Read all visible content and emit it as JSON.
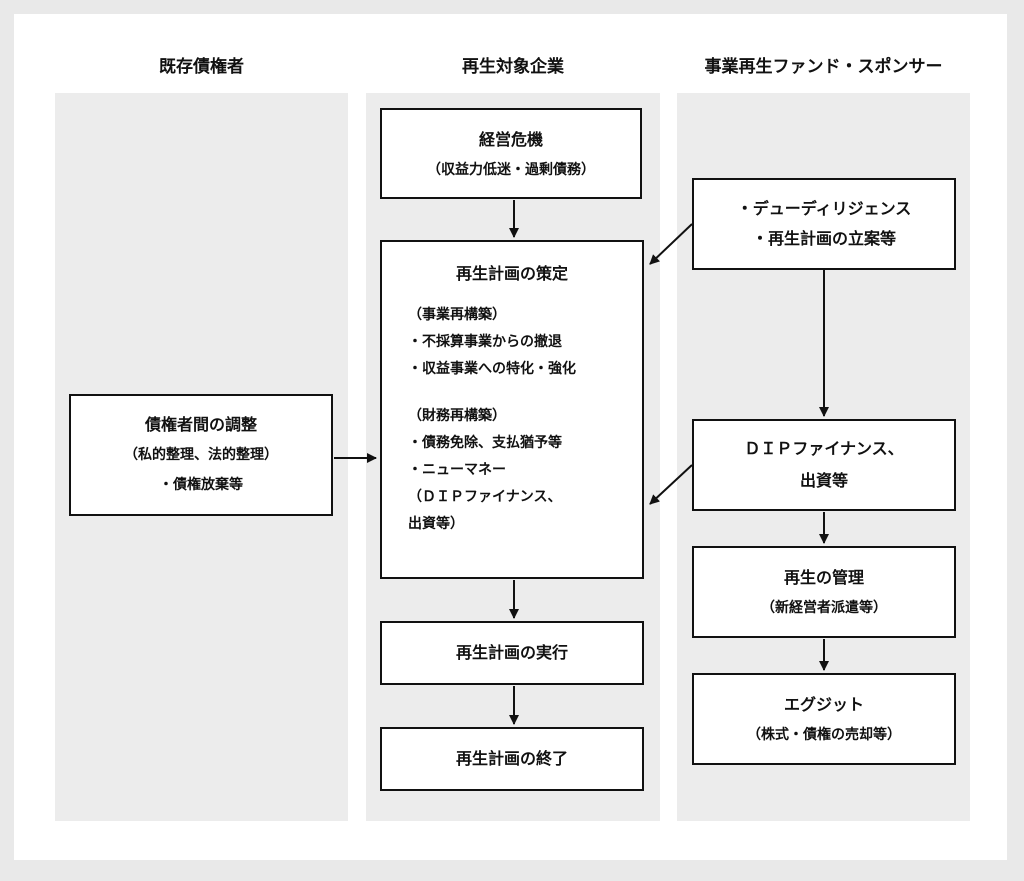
{
  "columns": {
    "creditors": "既存債権者",
    "company": "再生対象企業",
    "fund": "事業再生ファンド・スポンサー"
  },
  "boxes": {
    "crisis": {
      "title": "経営危機",
      "sub": "（収益力低迷・過剰債務）"
    },
    "plan": {
      "title": "再生計画の策定",
      "lines_business": [
        "（事業再構築）",
        "・不採算事業からの撤退",
        "・収益事業への特化・強化"
      ],
      "lines_finance": [
        "（財務再構築）",
        "・債務免除、支払猶予等",
        "・ニューマネー",
        "（ＤＩＰファイナンス、",
        "出資等）"
      ]
    },
    "execute": {
      "title": "再生計画の実行"
    },
    "finish": {
      "title": "再生計画の終了"
    },
    "adjust": {
      "title": "債権者間の調整",
      "sub": "（私的整理、法的整理）",
      "sub2": "・債権放棄等"
    },
    "dd": {
      "line1": "・デューディリジェンス",
      "line2": "・再生計画の立案等"
    },
    "dip": {
      "line1": "ＤＩＰファイナンス、",
      "line2": "出資等"
    },
    "manage": {
      "title": "再生の管理",
      "sub": "（新経営者派遣等）"
    },
    "exit": {
      "title": "エグジット",
      "sub": "（株式・債権の売却等）"
    }
  }
}
